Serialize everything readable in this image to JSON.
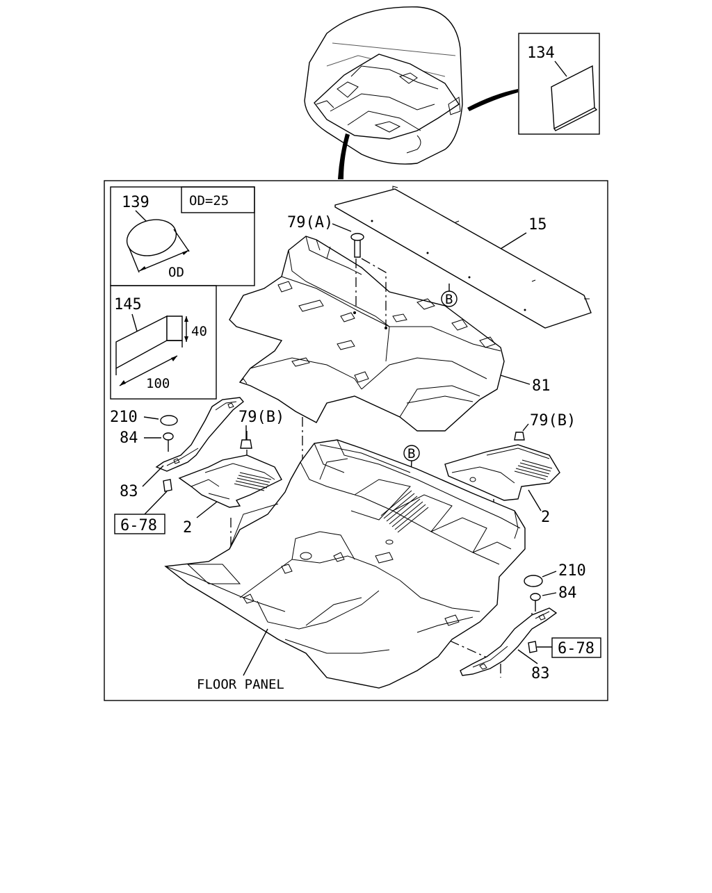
{
  "diagram": {
    "panel_label": "FLOOR PANEL",
    "detail_boxes": {
      "part_139": {
        "number": "139",
        "spec": "OD=25",
        "dimension": "OD"
      },
      "part_145": {
        "number": "145",
        "dim_height": "40",
        "dim_length": "100"
      },
      "part_134": {
        "number": "134"
      }
    },
    "callouts": {
      "p15": "15",
      "p81": "81",
      "p79a": "79(A)",
      "p79b_left": "79(B)",
      "p79b_right": "79(B)",
      "p210_left": "210",
      "p210_right": "210",
      "p84_left": "84",
      "p84_right": "84",
      "p83_left": "83",
      "p83_right": "83",
      "p2_left": "2",
      "p2_right": "2",
      "ref_left": "6-78",
      "ref_right": "6-78"
    },
    "markers": {
      "b_upper": "B",
      "b_lower": "B"
    }
  }
}
